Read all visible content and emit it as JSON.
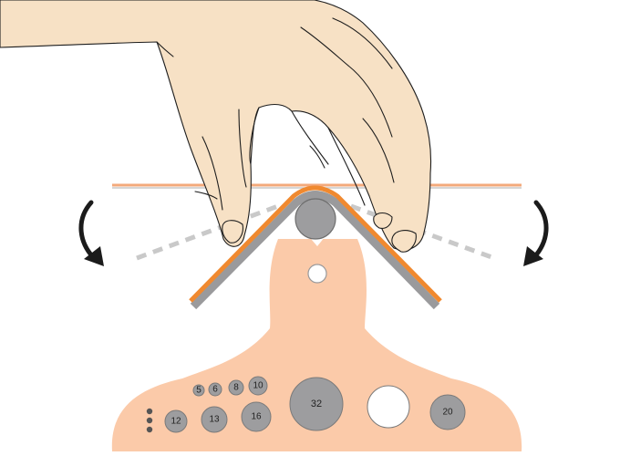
{
  "holes": [
    {
      "label": "5"
    },
    {
      "label": "6"
    },
    {
      "label": "8"
    },
    {
      "label": "10"
    },
    {
      "label": "12"
    },
    {
      "label": "13"
    },
    {
      "label": "16"
    },
    {
      "label": "32"
    },
    {
      "label": "20"
    }
  ],
  "colors": {
    "jig": "#fbcaa9",
    "skin": "#f7e1c5",
    "sheet_orange": "#f0892f",
    "sheet_grey": "#9a9a9c",
    "die": "#9d9d9f",
    "arrow": "#1b1b1b",
    "dashed": "#c9c9c9",
    "flat_sheet": "#f3a97b"
  }
}
